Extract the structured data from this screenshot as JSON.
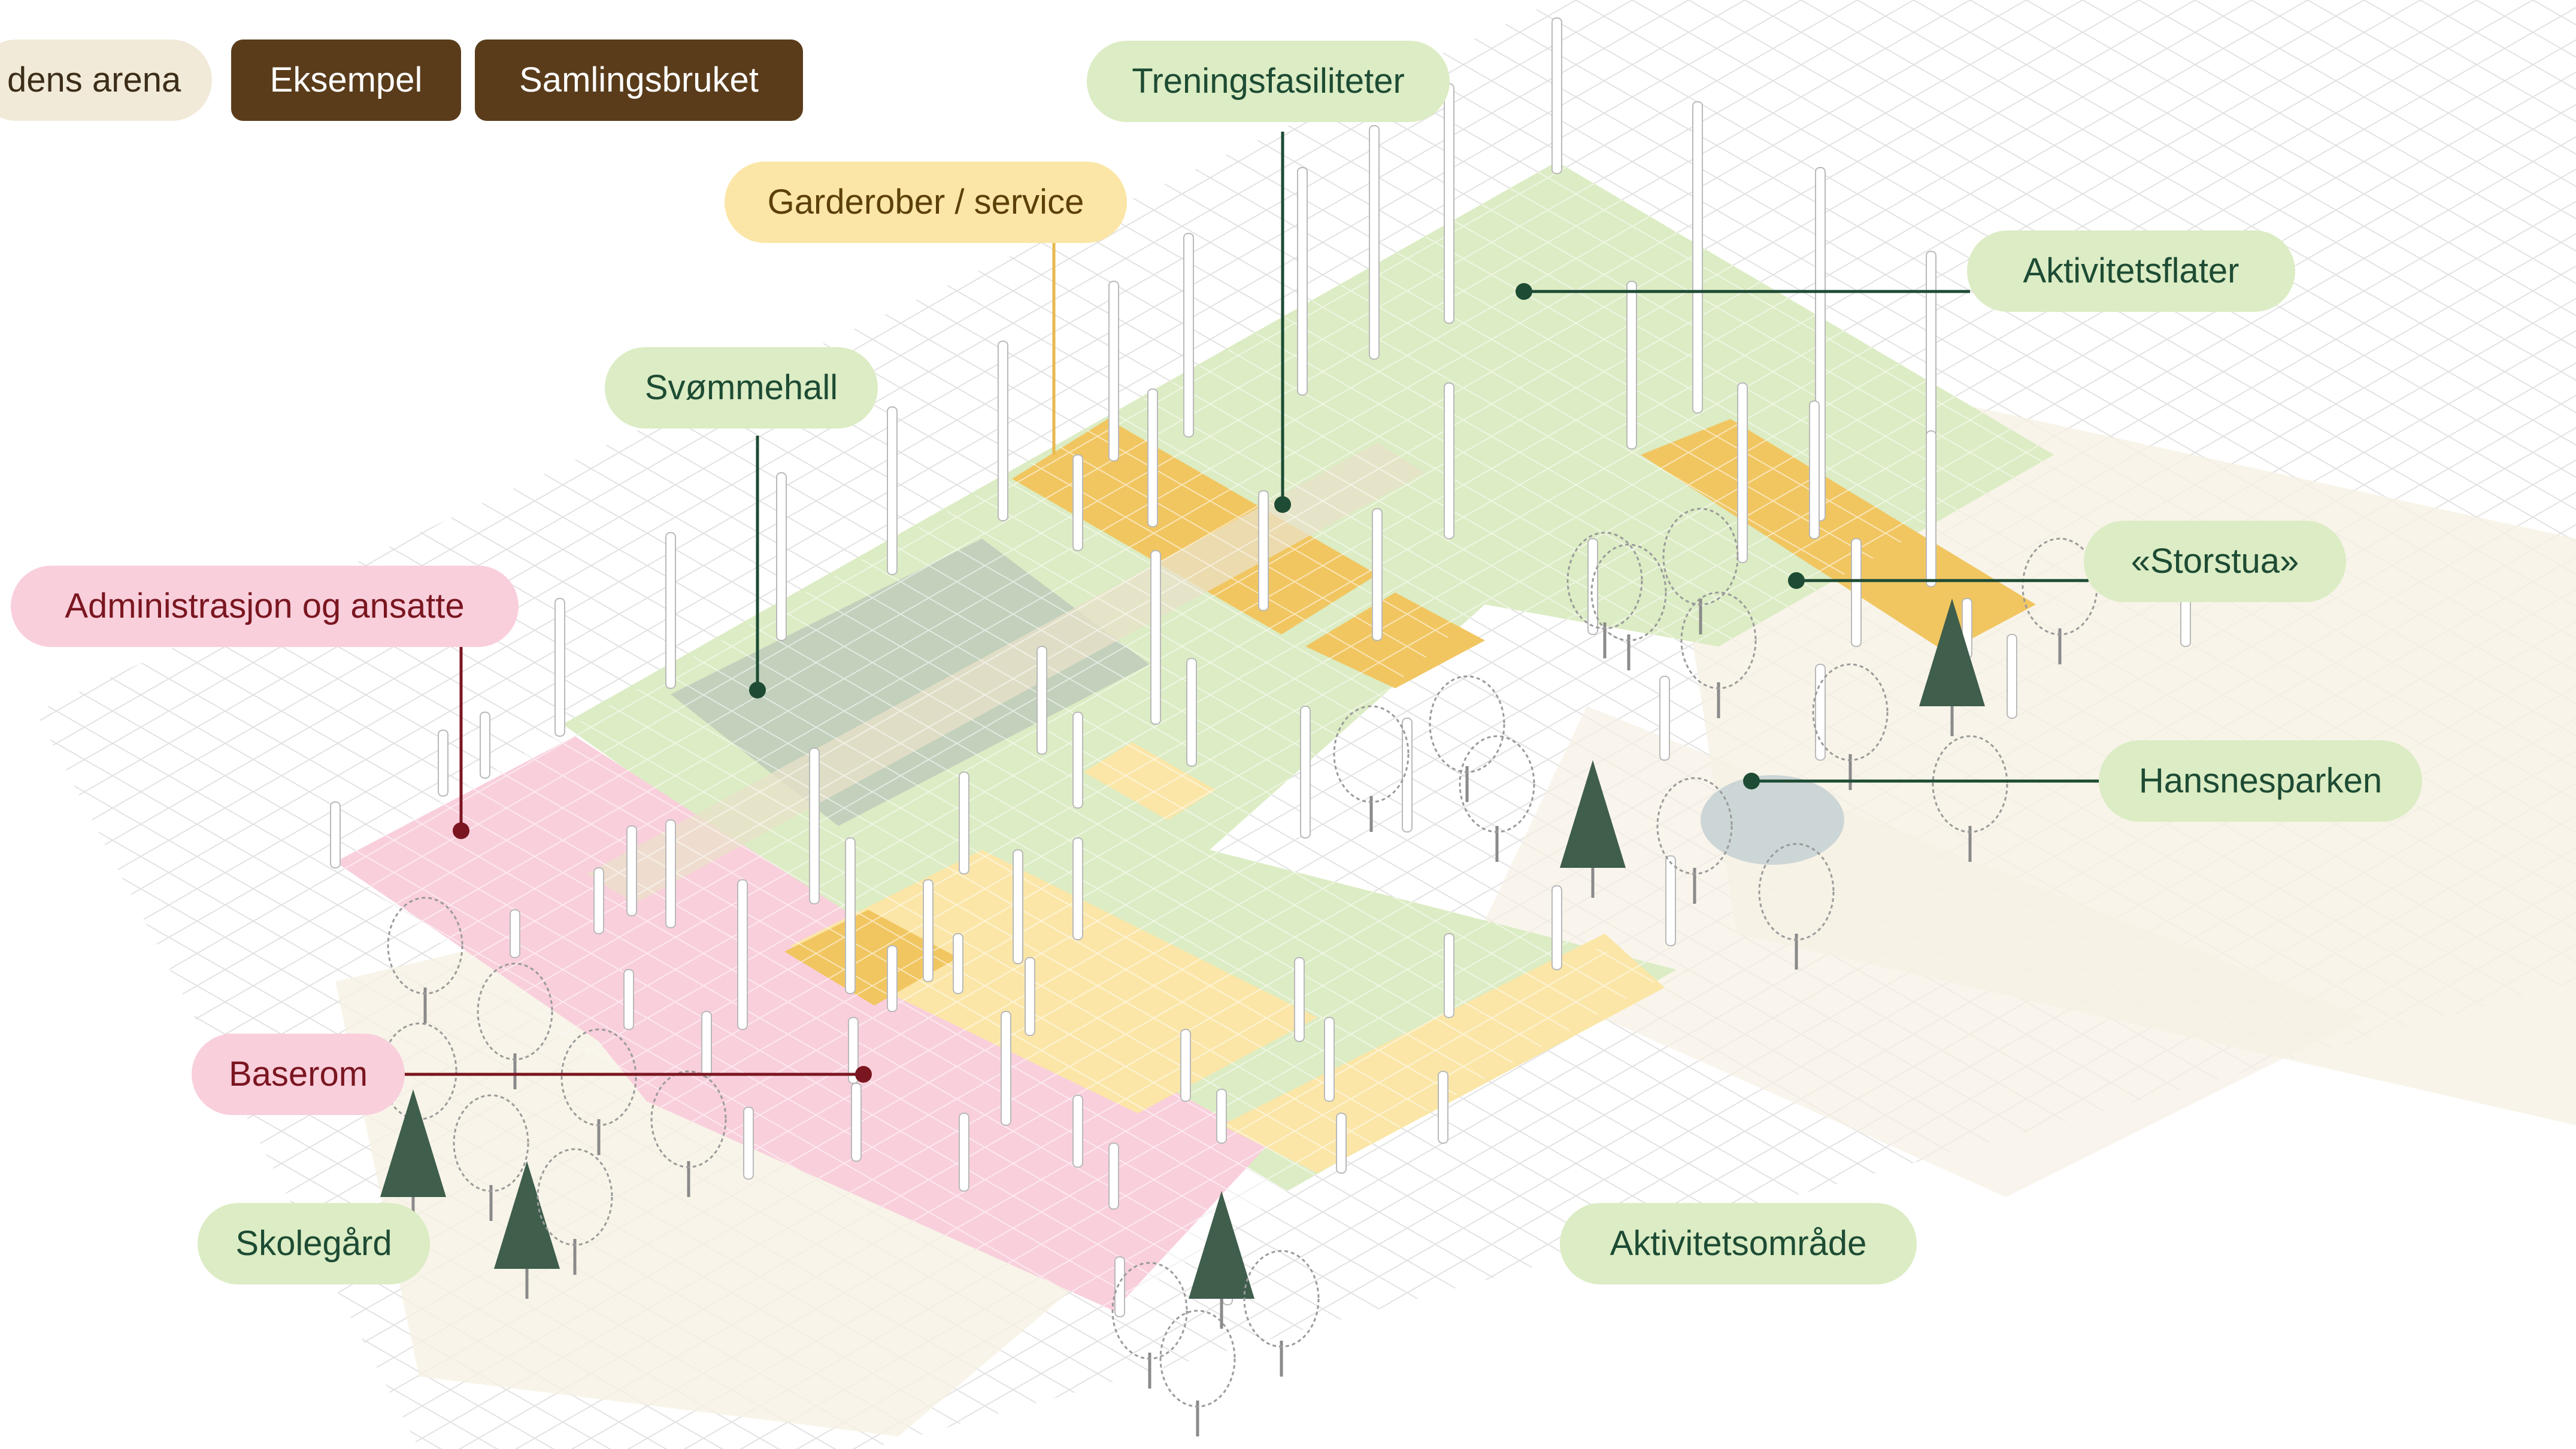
{
  "toggles": {
    "arena": "dens arena",
    "eksempel": "Eksempel",
    "samlingsbruket": "Samlingsbruket"
  },
  "labels": {
    "treningsfasiliteter": "Treningsfasiliteter",
    "garderober": "Garderober / service",
    "aktivitetsflater": "Aktivitetsflater",
    "svommehall": "Svømmehall",
    "storstua": "«Storstua»",
    "administrasjon": "Administrasjon og ansatte",
    "hansnesparken": "Hansnesparken",
    "baserom": "Baserom",
    "skolegard": "Skolegård",
    "aktivitetsomrade": "Aktivitetsområde"
  },
  "colors": {
    "green": "#dcecc4",
    "dark_green_zone": "#c2d0bc",
    "pink": "#f9cfdc",
    "yellow": "#fbe6a7",
    "orange": "#f1c661",
    "cream": "#f1ead8",
    "brown": "#5a3c1b",
    "leader_green": "#1d4b34",
    "leader_red": "#7a1620",
    "leader_yellow": "#e8b84c"
  }
}
